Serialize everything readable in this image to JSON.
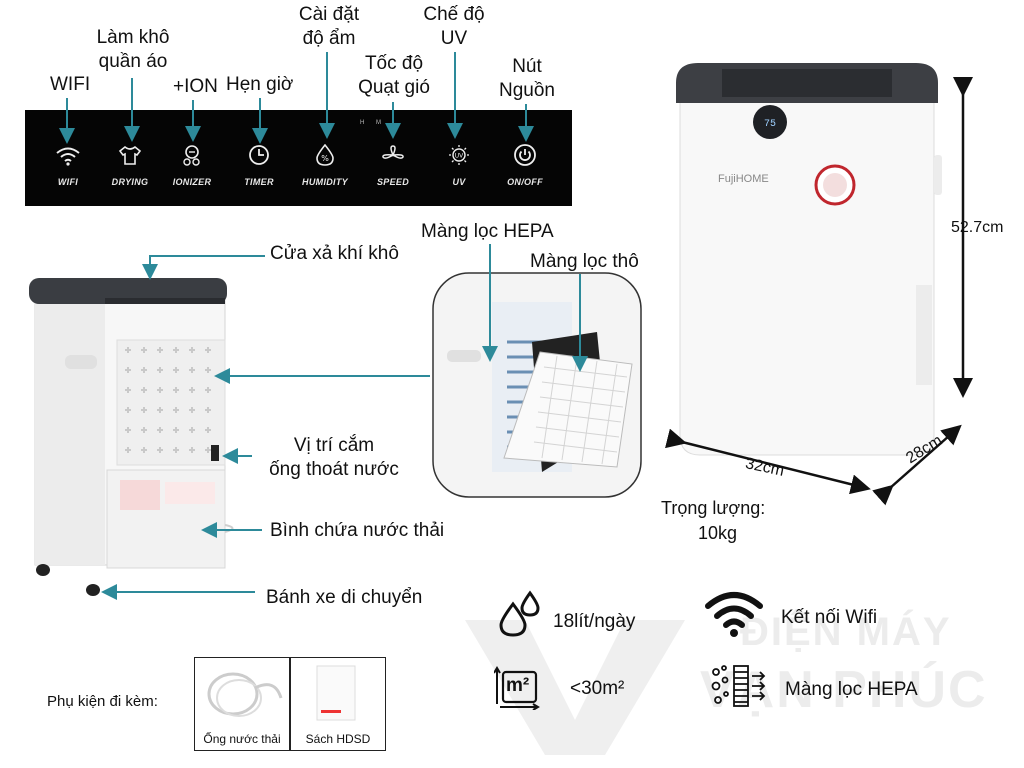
{
  "labels": {
    "wifi": "WIFI",
    "drying": [
      "Làm khô",
      "quần áo"
    ],
    "ion": "+ION",
    "timer": "Hẹn giờ",
    "humidity": [
      "Cài đặt",
      "độ ẩm"
    ],
    "speed": [
      "Tốc độ",
      "Quạt gió"
    ],
    "uv": [
      "Chế độ",
      "UV"
    ],
    "power": [
      "Nút",
      "Nguồn"
    ]
  },
  "panel": {
    "speed_levels": "H M L",
    "buttons": [
      {
        "icon": "wifi-icon",
        "caption": "WIFI"
      },
      {
        "icon": "shirt-icon",
        "caption": "DRYING"
      },
      {
        "icon": "ionizer-icon",
        "caption": "IONIZER"
      },
      {
        "icon": "clock-icon",
        "caption": "TIMER"
      },
      {
        "icon": "percent-drop-icon",
        "caption": "HUMIDITY"
      },
      {
        "icon": "fan-icon",
        "caption": "SPEED"
      },
      {
        "icon": "uv-icon",
        "caption": "UV"
      },
      {
        "icon": "power-icon",
        "caption": "ON/OFF"
      }
    ]
  },
  "parts": {
    "air_outlet": "Cửa xả khí khô",
    "hepa": "Màng lọc HEPA",
    "coarse": "Màng lọc thô",
    "drain": [
      "Vị trí cắm",
      "ống thoát nước"
    ],
    "tank": "Bình chứa nước thải",
    "wheels": "Bánh xe di chuyển"
  },
  "device": {
    "brand": "FujiHOME",
    "display": "75"
  },
  "dimensions": {
    "height": "52.7cm",
    "width": "32cm",
    "depth": "28cm",
    "weight_label": "Trọng lượng:",
    "weight_value": "10kg"
  },
  "features": {
    "capacity": "18lít/ngày",
    "area": "<30m²",
    "area_icon_text": "m²",
    "wifi": "Kết nối Wifi",
    "hepa": "Màng lọc HEPA"
  },
  "accessories": {
    "title": "Phụ kiện đi kèm:",
    "items": [
      "Ống nước thải",
      "Sách HDSD"
    ]
  },
  "watermark": {
    "line1": "ĐIỆN MÁY",
    "line2": "VẠN PHÚC"
  }
}
